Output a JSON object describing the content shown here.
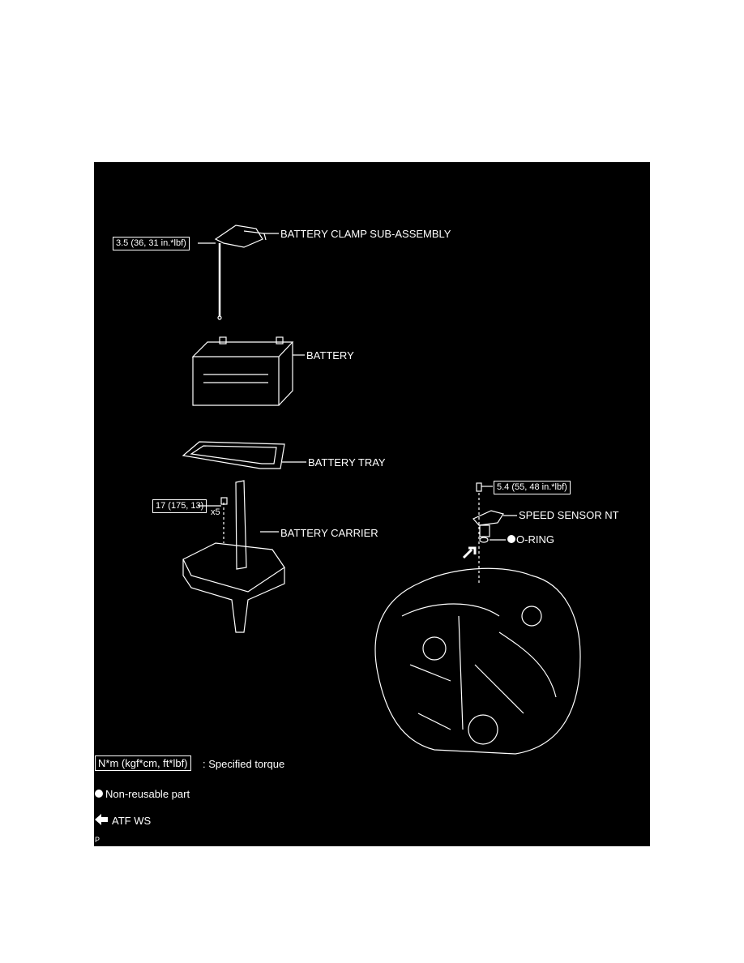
{
  "parts": {
    "clamp": "BATTERY CLAMP SUB-ASSEMBLY",
    "battery": "BATTERY",
    "tray": "BATTERY TRAY",
    "carrier": "BATTERY CARRIER",
    "speed_sensor": "SPEED SENSOR NT",
    "o_ring": "O-RING"
  },
  "torques": {
    "clamp": "3.5 (36, 31 in.*lbf)",
    "carrier": "17 (175, 13)",
    "carrier_qty": "x5",
    "speed_sensor": "5.4 (55, 48 in.*lbf)"
  },
  "legend": {
    "torque_unit": "N*m (kgf*cm, ft*lbf)",
    "torque_desc": ": Specified torque",
    "nonreusable": "Non-reusable part",
    "atf": "ATF WS"
  },
  "corner_mark": "P"
}
